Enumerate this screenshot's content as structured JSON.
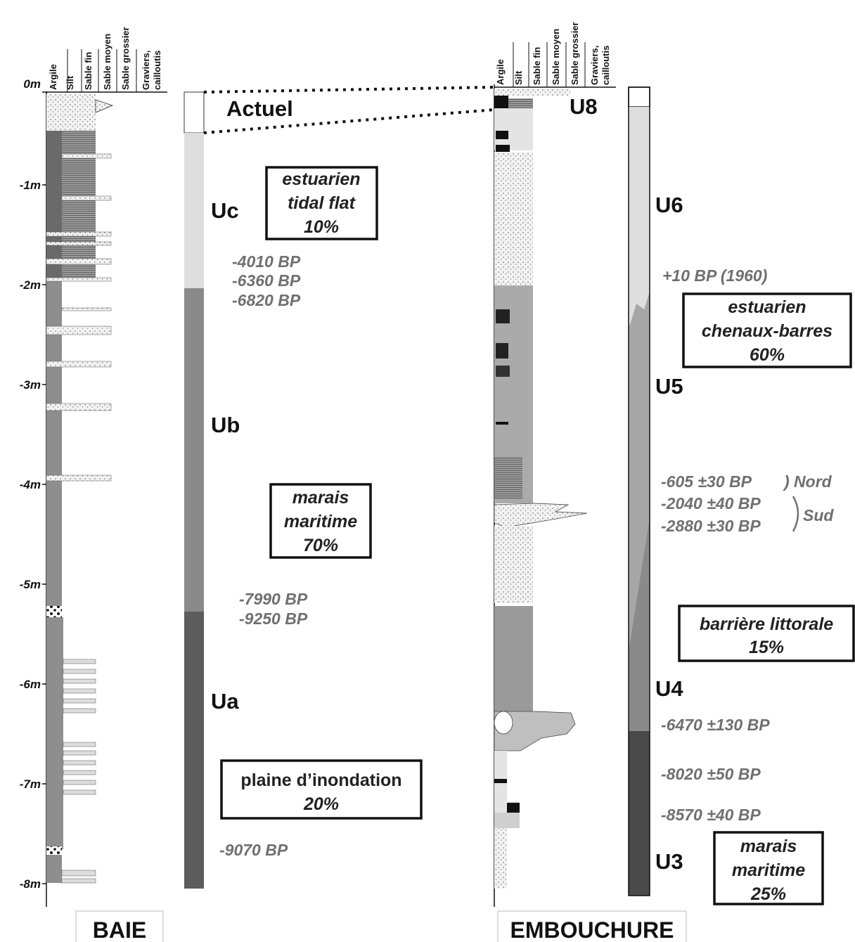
{
  "grain_size_labels": [
    "Argile",
    "Silt",
    "Sable fin",
    "Sable moyen",
    "Sable grossier",
    "Graviers,",
    "cailloutis"
  ],
  "depth_axis": [
    "0m",
    "-1m",
    "-2m",
    "-3m",
    "-4m",
    "-5m",
    "-6m",
    "-7m",
    "-8m"
  ],
  "baie": {
    "site_label": "BAIE",
    "top_label": "Actuel",
    "units": [
      {
        "name": "Uc",
        "color": "#dedede"
      },
      {
        "name": "Ub",
        "color": "#8a8a8a"
      },
      {
        "name": "Ua",
        "color": "#5c5c5c"
      }
    ],
    "ages_uc": [
      "-4010 BP",
      "-6360 BP",
      "-6820 BP"
    ],
    "ages_ub": [
      "-7990 BP",
      "-9250 BP"
    ],
    "ages_ua": [
      "-9070 BP"
    ],
    "env_estuarien": {
      "line1": "estuarien",
      "line2": "tidal flat",
      "pct": "10%"
    },
    "env_marais": {
      "line1": "marais",
      "line2": "maritime",
      "pct": "70%"
    },
    "env_plaine": {
      "line1": "plaine d’inondation",
      "pct": "20%"
    }
  },
  "embouchure": {
    "site_label": "EMBOUCHURE",
    "units": [
      {
        "name": "U8",
        "color": "#ffffff"
      },
      {
        "name": "U6",
        "color": "#dedede"
      },
      {
        "name": "U5",
        "color": "#a6a6a6"
      },
      {
        "name": "U4",
        "color": "#8a8a8a"
      },
      {
        "name": "U3",
        "color": "#4a4a4a"
      }
    ],
    "age_u6": "+10 BP (1960)",
    "ages_u5": [
      "-605 ±30 BP",
      "-2040 ±40 BP",
      "-2880 ±30 BP"
    ],
    "bracket_nord": ") Nord",
    "bracket_sud": "Sud",
    "ages_u3": [
      "-6470 ±130 BP",
      "-8020 ±50 BP",
      "-8570 ±40 BP"
    ],
    "env_estuarien": {
      "line1": "estuarien",
      "line2": "chenaux-barres",
      "pct": "60%"
    },
    "env_barriere": {
      "line1": "barrière littorale",
      "pct": "15%"
    },
    "env_marais": {
      "line1": "marais",
      "line2": "maritime",
      "pct": "25%"
    }
  }
}
